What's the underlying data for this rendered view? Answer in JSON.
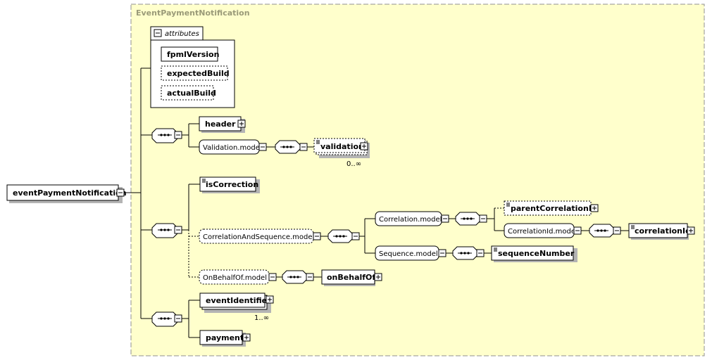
{
  "diagram": {
    "group_title": "EventPaymentNotification",
    "root_element": "eventPaymentNotification",
    "attributes": {
      "label": "attributes",
      "items": [
        "fpmlVersion",
        "expectedBuild",
        "actualBuild"
      ]
    },
    "sequence_group_1": {
      "header": "header",
      "validation_model": "Validation.model",
      "validation": "validation",
      "validation_cardinality": "0..∞"
    },
    "sequence_group_2": {
      "is_correction": "isCorrection",
      "correlation_and_sequence_model": "CorrelationAndSequence.model",
      "correlation_model": "Correlation.model",
      "parent_correlation_id": "parentCorrelationId",
      "correlation_id_model": "CorrelationId.model",
      "correlation_id": "correlationId",
      "sequence_model": "Sequence.model",
      "sequence_number": "sequenceNumber",
      "on_behalf_of_model": "OnBehalfOf.model",
      "on_behalf_of": "onBehalfOf"
    },
    "sequence_group_3": {
      "event_identifier": "eventIdentifier",
      "event_identifier_cardinality": "1..∞",
      "payment": "payment"
    }
  }
}
